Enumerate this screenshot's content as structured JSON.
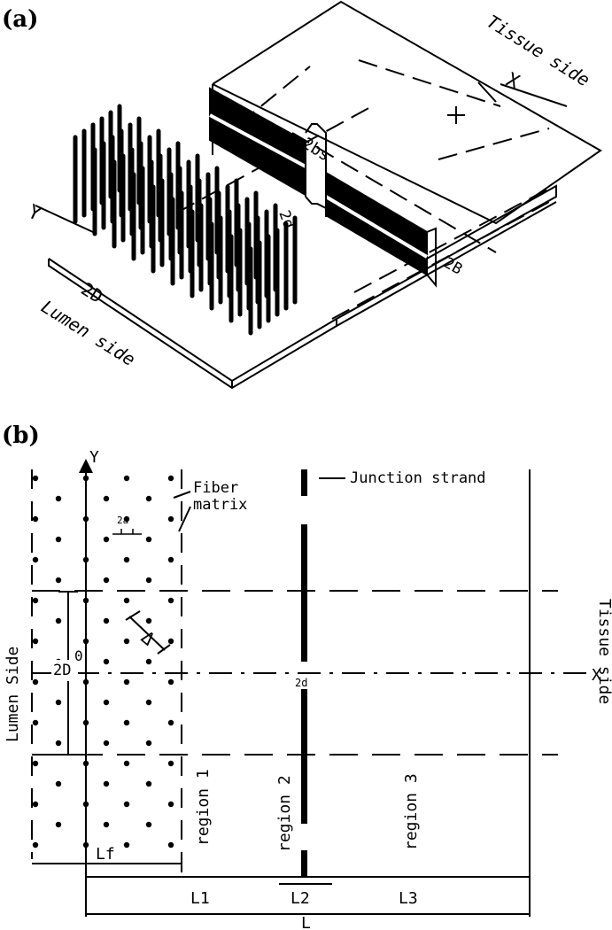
{
  "panel_a": {
    "label": "(a)",
    "tissue_side": "Tissue side",
    "lumen_side": "Lumen side",
    "x_axis": "X",
    "y_axis": "Y",
    "dim_2bs": "2bs",
    "dim_2d": "2d",
    "dim_2B": "2B",
    "dim_2D": "2D"
  },
  "panel_b": {
    "label": "(b)",
    "y_axis": "Y",
    "x_axis": "X",
    "fiber_matrix": "Fiber\nmatrix",
    "fiber_matrix_line1": "Fiber",
    "fiber_matrix_line2": "matrix",
    "junction_strand": "Junction strand",
    "dim_2a": "2a",
    "delta": "Δ",
    "lumen_side": "Lumen Side",
    "tissue_side": "Tissue side",
    "dim_2D": "2D",
    "origin": "0",
    "dim_2d": "2d",
    "region1": "region 1",
    "region2": "region 2",
    "region3": "region 3",
    "Lf": "Lf",
    "L1": "L1",
    "L2": "L2",
    "L3": "L3",
    "L": "L"
  },
  "colors": {
    "ink": "#000000",
    "paper": "#ffffff"
  }
}
